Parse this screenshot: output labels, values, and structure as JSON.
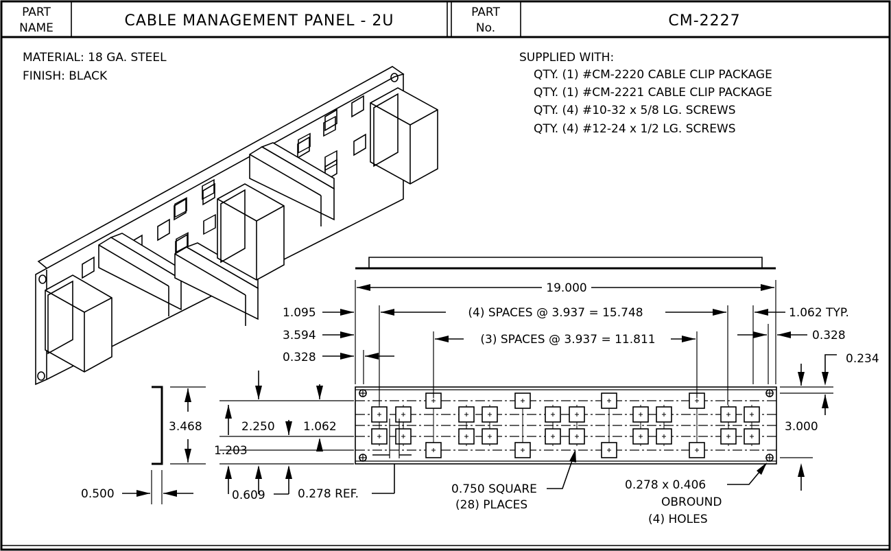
{
  "title_block": {
    "part_name_label": [
      "PART",
      "NAME"
    ],
    "part_name": "CABLE MANAGEMENT PANEL - 2U",
    "part_no_label": [
      "PART",
      "No."
    ],
    "part_no": "CM-2227"
  },
  "notes_left": [
    "MATERIAL: 18 GA. STEEL",
    "FINISH: BLACK"
  ],
  "supplied": {
    "heading": "SUPPLIED WITH:",
    "items": [
      "QTY. (1) #CM-2220 CABLE CLIP PACKAGE",
      "QTY. (1) #CM-2221 CABLE CLIP PACKAGE",
      "QTY. (4) #10-32 x 5/8 LG. SCREWS",
      "QTY. (4) #12-24 x 1/2 LG. SCREWS"
    ]
  },
  "dimensions": {
    "overall_width": "19.000",
    "spaces4": "(4) SPACES @ 3.937 = 15.748",
    "spaces3": "(3) SPACES @ 3.937 = 11.811",
    "d1095": "1.095",
    "d3594": "3.594",
    "d0328l": "0.328",
    "d1062typ": "1.062 TYP.",
    "d0328r": "0.328",
    "d0234": "0.234",
    "d3468": "3.468",
    "d2250": "2.250",
    "d1062": "1.062",
    "d1203": "1.203",
    "d3000": "3.000",
    "d0500": "0.500",
    "d0609": "0.609",
    "d0278ref": "0.278 REF.",
    "square_note": [
      "0.750 SQUARE",
      "(28) PLACES"
    ],
    "hole_note": [
      "0.278 x 0.406",
      "OBROUND",
      "(4) HOLES"
    ]
  }
}
